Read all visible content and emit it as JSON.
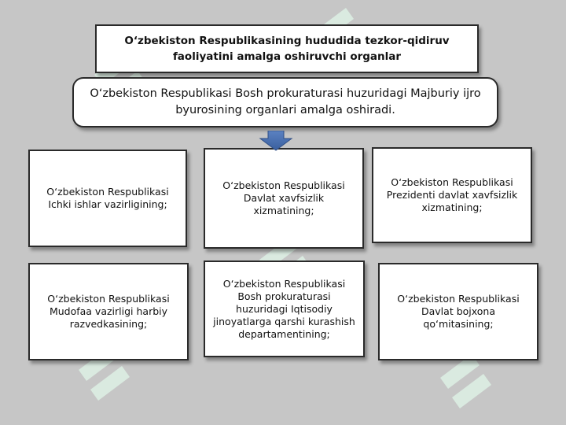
{
  "title": "O‘zbekiston Respublikasining hududida tezkor-qidiruv faoliyatini amalga oshiruvchi organlar",
  "subtitle": "O‘zbekiston Respublikasi Bosh prokuraturasi huzuridagi Majburiy ijro byurosining organlari amalga oshiradi.",
  "organs": [
    "O‘zbekiston Respublikasi Ichki ishlar vazirligining;",
    "O‘zbekiston Respublikasi Davlat xavfsizlik xizmatining;",
    "O‘zbekiston Respublikasi Prezidenti davlat xavfsizlik xizmatining;",
    "O‘zbekiston Respublikasi Mudofaa vazirligi harbiy razvedkasining;",
    "O‘zbekiston Respublikasi Bosh prokuraturasi huzuridagi Iqtisodiy jinoyatlarga qarshi kurashish departamentining;",
    "O‘zbekiston Respublikasi Davlat bojxona qo‘mitasining;"
  ],
  "colors": {
    "background": "#c6c6c6",
    "box": "#ffffff",
    "border": "#2a2a2a",
    "arrow": "#4a72b0",
    "watermark": "#d9efe1"
  },
  "watermark_icon": "logo-watermark-icon"
}
